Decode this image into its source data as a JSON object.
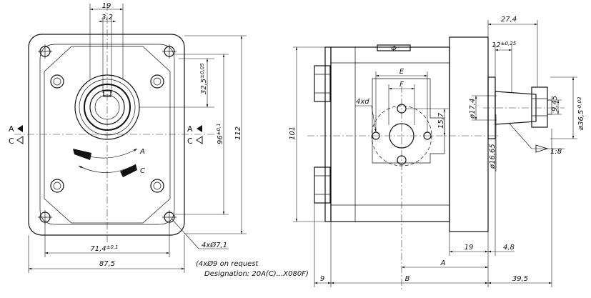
{
  "front_view": {
    "dim_top_19": "19",
    "dim_top_3_2": "3,2",
    "dim_32_5": "32,5",
    "dim_32_5_tol": "±0,05",
    "dim_96": "96",
    "dim_96_tol": "±0,1",
    "dim_112": "112",
    "dim_71_4": "71,4",
    "dim_71_4_tol": "±0,1",
    "dim_87_5": "87,5",
    "rot_A": "A",
    "rot_C": "C",
    "side_left_A": "A",
    "side_left_C": "C",
    "side_right_A": "A",
    "side_right_C": "C",
    "holes_label": "4xØ7,1",
    "note_line1": "(4xØ9 on request",
    "note_line2": "Designation: 20A(C)...X080F)"
  },
  "side_view": {
    "dim_101": "101",
    "dim_E": "E",
    "dim_F": "F",
    "holes_label": "4xd",
    "dim_15_7": "15,7",
    "dim_phi_label": "Φ",
    "dim_27_4": "27,4",
    "dim_12": "12",
    "dim_12_tol": "±0,25",
    "dim_17_4": "ø17,4",
    "dim_16_65": "ø16,65",
    "dim_9_45": "9,45",
    "dim_36_5": "ø36,5",
    "dim_36_5_tol": "-0,03",
    "taper": "1:8",
    "dim_19": "19",
    "dim_4_8": "4,8",
    "dim_A": "A",
    "dim_9": "9",
    "dim_B": "B",
    "dim_39_5": "39,5"
  }
}
